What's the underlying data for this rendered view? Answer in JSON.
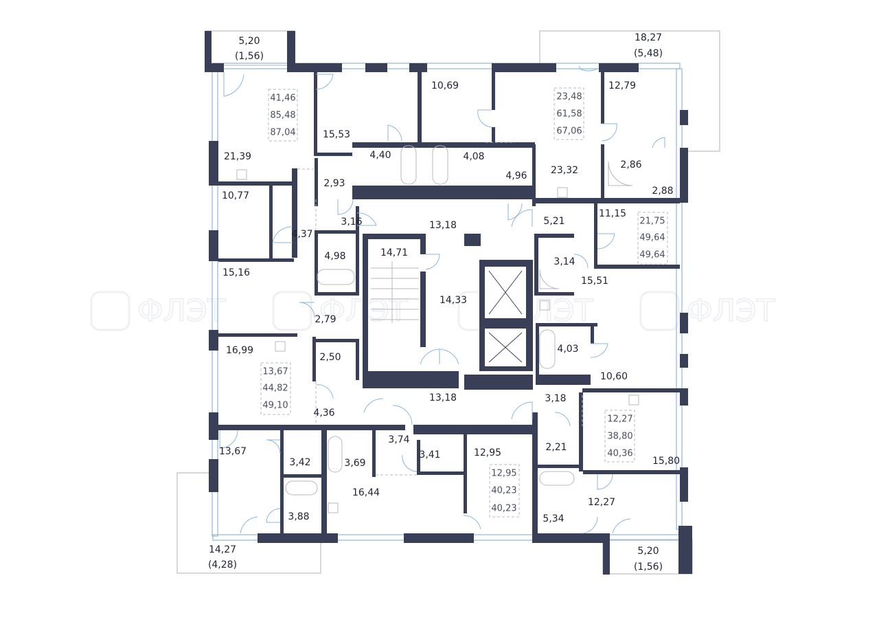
{
  "watermark": {
    "text": "ФЛЭТ"
  },
  "colors": {
    "wall": "#3a3f58",
    "window": "#8fb6d9",
    "text": "#1f2333"
  },
  "balconies": [
    {
      "area": "5,20",
      "reduced": "(1,56)"
    },
    {
      "area": "18,27",
      "reduced": "(5,48)"
    },
    {
      "area": "14,27",
      "reduced": "(4,28)"
    },
    {
      "area": "5,20",
      "reduced": "(1,56)"
    }
  ],
  "apartments": [
    {
      "living": "41,46",
      "total": "85,48",
      "total_with_balcony": "87,04"
    },
    {
      "living": "23,48",
      "total": "61,58",
      "total_with_balcony": "67,06"
    },
    {
      "living": "21,75",
      "total": "49,64",
      "total_with_balcony": "49,64"
    },
    {
      "living": "13,67",
      "total": "44,82",
      "total_with_balcony": "49,10"
    },
    {
      "living": "12,27",
      "total": "38,80",
      "total_with_balcony": "40,36"
    },
    {
      "living": "12,95",
      "total": "40,23",
      "total_with_balcony": "40,23"
    }
  ],
  "rooms": [
    "21,39",
    "15,53",
    "10,69",
    "4,40",
    "4,08",
    "2,93",
    "4,96",
    "23,32",
    "12,79",
    "2,86",
    "2,88",
    "10,77",
    "4,37",
    "3,16",
    "13,18",
    "5,21",
    "11,15",
    "4,98",
    "14,71",
    "14,33",
    "3,14",
    "15,51",
    "15,16",
    "2,79",
    "16,99",
    "2,50",
    "4,03",
    "10,60",
    "13,18",
    "3,18",
    "4,36",
    "3,74",
    "3,41",
    "12,95",
    "2,21",
    "15,80",
    "13,67",
    "3,42",
    "3,69",
    "16,44",
    "12,27",
    "3,88",
    "5,34"
  ]
}
